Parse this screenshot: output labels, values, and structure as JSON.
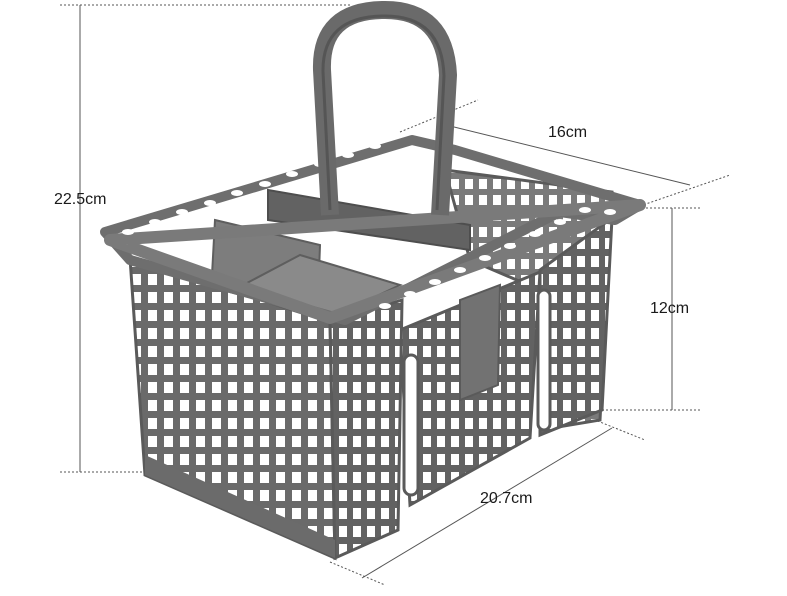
{
  "dimensions": {
    "overall_height": "22.5cm",
    "depth": "16cm",
    "basket_height": "12cm",
    "width": "20.7cm"
  },
  "colors": {
    "plastic": "#6e6e6e",
    "plastic_dark": "#4f4f4f",
    "plastic_light": "#8a8a8a",
    "dimension_line": "#555555"
  }
}
